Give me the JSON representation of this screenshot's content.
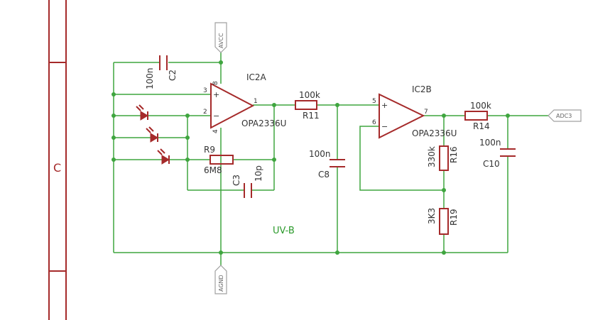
{
  "frame": {
    "zone_label": "C"
  },
  "ports": {
    "avcc": "AVCC",
    "agnd": "AGND",
    "adc3": "ADC3"
  },
  "ic2a": {
    "name": "IC2A",
    "value": "OPA2336U",
    "pin_out": "1",
    "pin_inp": "3",
    "pin_inn": "2",
    "pin_vcc": "8",
    "pin_gnd": "4",
    "sym_plus": "+",
    "sym_minus": "−"
  },
  "ic2b": {
    "name": "IC2B",
    "value": "OPA2336U",
    "pin_out": "7",
    "pin_inp": "5",
    "pin_inn": "6",
    "sym_plus": "+",
    "sym_minus": "−"
  },
  "components": {
    "c2": {
      "name": "C2",
      "value": "100n"
    },
    "r9": {
      "name": "R9",
      "value": "6M8"
    },
    "c3": {
      "name": "C3",
      "value": "10p"
    },
    "r11": {
      "name": "R11",
      "value": "100k"
    },
    "c8": {
      "name": "C8",
      "value": "100n"
    },
    "r16": {
      "name": "R16",
      "value": "330k"
    },
    "r19": {
      "name": "R19",
      "value": "3K3"
    },
    "r14": {
      "name": "R14",
      "value": "100k"
    },
    "c10": {
      "name": "C10",
      "value": "100n"
    }
  },
  "net_label": "UV-B"
}
